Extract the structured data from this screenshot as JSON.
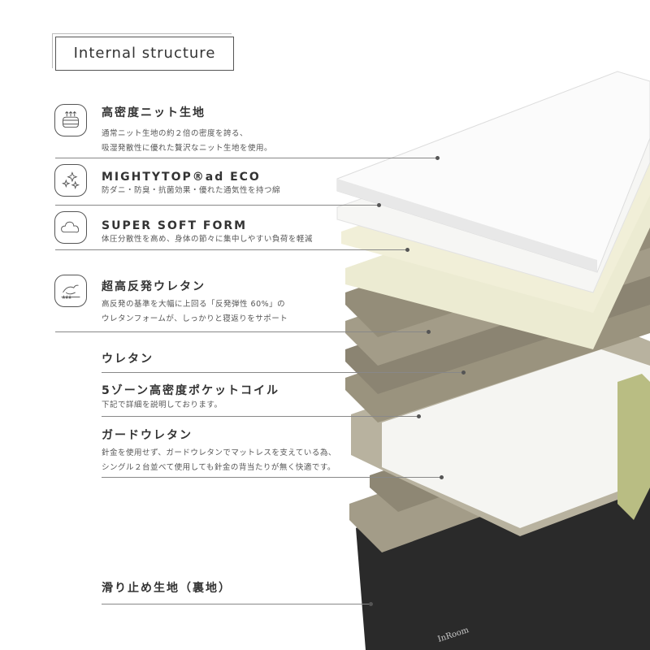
{
  "title": "Internal structure",
  "brand": "InRoom",
  "features": [
    {
      "heading": "高密度ニット生地",
      "desc": [
        "通常ニット生地の約２倍の密度を誇る、",
        "吸湿発散性に優れた贅沢なニット生地を使用。"
      ],
      "icon": "knit-fabric-icon"
    },
    {
      "heading": "MIGHTYTOP®ad ECO",
      "desc": [
        "防ダニ・防臭・抗菌効果・優れた通気性を持つ綿"
      ],
      "icon": "sparkle-icon"
    },
    {
      "heading": "SUPER SOFT FORM",
      "desc": [
        "体圧分散性を高め、身体の節々に集中しやすい負荷を軽減"
      ],
      "icon": "cloud-icon"
    },
    {
      "heading": "超高反発ウレタン",
      "desc": [
        "高反発の基準を大幅に上回る「反発弾性 60%」の",
        "ウレタンフォームが、しっかりと寝返りをサポート"
      ],
      "icon": "rebound-icon"
    },
    {
      "heading": "ウレタン",
      "desc": []
    },
    {
      "heading": "5ゾーン高密度ポケットコイル",
      "desc": [
        "下記で詳細を説明しております。"
      ]
    },
    {
      "heading": "ガードウレタン",
      "desc": [
        "針金を使用せず、ガードウレタンでマットレスを支えている為、",
        "シングル２台並べて使用しても針金の背当たりが無く快適です。"
      ]
    },
    {
      "heading": "滑り止め生地（裏地）",
      "desc": []
    }
  ]
}
